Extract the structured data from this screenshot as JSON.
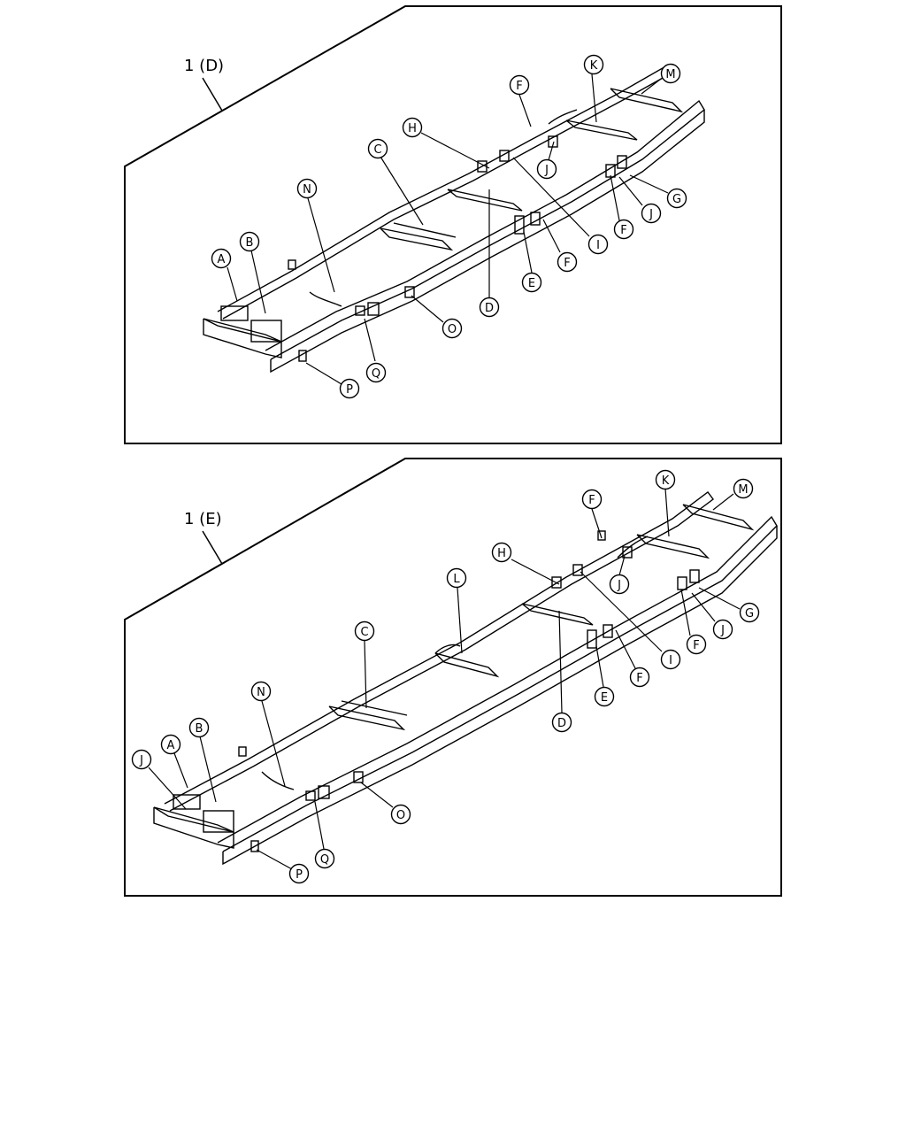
{
  "diagrams": [
    {
      "title": "1 (D)",
      "labels": [
        "A",
        "B",
        "C",
        "D",
        "F",
        "F",
        "F",
        "H",
        "I",
        "J",
        "J",
        "K",
        "M",
        "N",
        "O",
        "P",
        "Q",
        "E",
        "G"
      ]
    },
    {
      "title": "1 (E)",
      "labels": [
        "A",
        "B",
        "C",
        "D",
        "E",
        "F",
        "F",
        "F",
        "G",
        "H",
        "I",
        "J",
        "J",
        "J",
        "K",
        "L",
        "M",
        "N",
        "O",
        "P",
        "Q"
      ]
    }
  ]
}
